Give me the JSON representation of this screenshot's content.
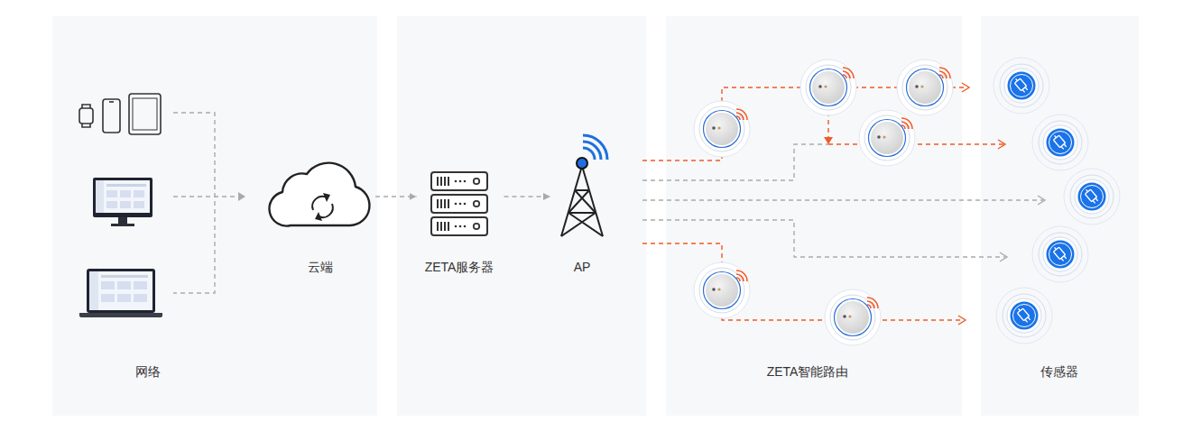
{
  "diagram": {
    "nodes": [
      {
        "text": [
          "网络"
        ]
      },
      {
        "text": [
          "云端"
        ],
        "in": 0
      },
      {
        "text": [
          "ZETA服务器"
        ]
      },
      {
        "text": [
          "AP"
        ]
      },
      {
        "text": [
          "ZETA智能路由"
        ]
      },
      {
        "text": [
          "传感器"
        ]
      }
    ],
    "edges": [
      {
        "from": 1,
        "to": 2,
        "arrow": "to"
      },
      {
        "from": 2,
        "to": 3,
        "arrow": "to"
      }
    ]
  }
}
